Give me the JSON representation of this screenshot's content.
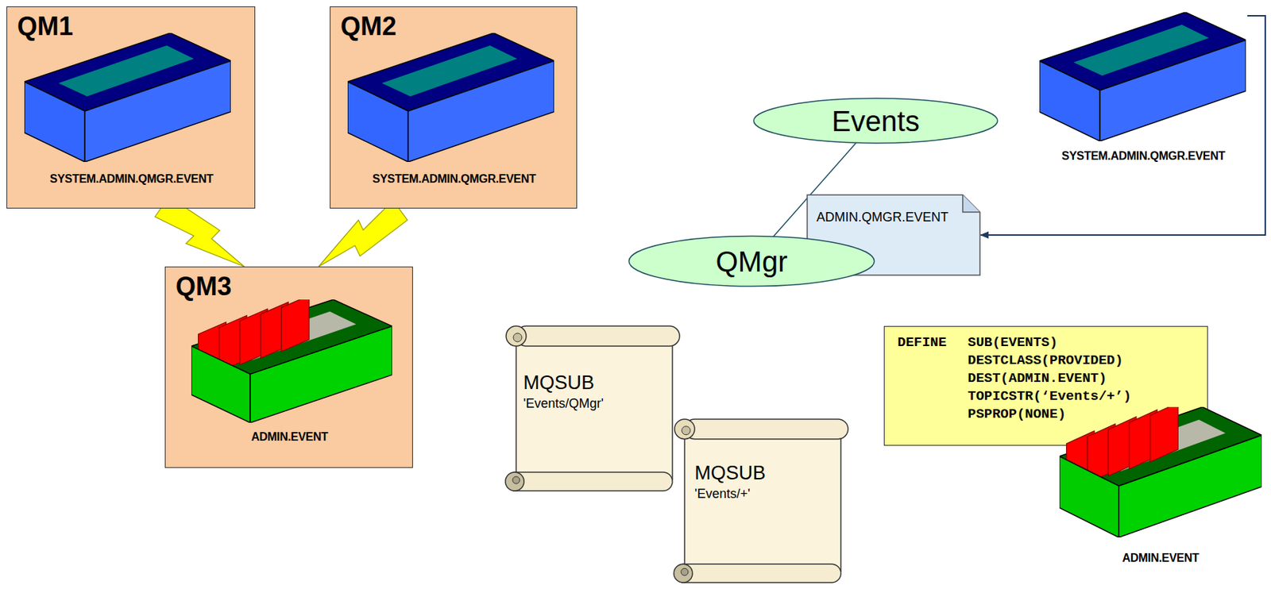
{
  "diagram": {
    "nodes": [
      {
        "text": [
          "QM1",
          "SYSTEM.ADMIN.QMGR.EVENT"
        ]
      },
      {
        "text": [
          "QM2",
          "SYSTEM.ADMIN.QMGR.EVENT"
        ]
      },
      {
        "text": [
          "QM3",
          "ADMIN.EVENT"
        ]
      },
      {
        "text": [
          "Events"
        ]
      },
      {
        "text": [
          "ADMIN.QMGR.EVENT"
        ]
      },
      {
        "text": [
          "QMgr"
        ]
      },
      {
        "text": [
          "SYSTEM.ADMIN.QMGR.EVENT"
        ]
      },
      {
        "text": [
          "MQSUB",
          "'Events/QMgr'"
        ]
      },
      {
        "text": [
          "MQSUB",
          "'Events/+'"
        ]
      },
      {
        "text": [
          "DEFINE",
          "SUB(EVENTS)",
          "DESTCLASS(PROVIDED)",
          "DEST(ADMIN.EVENT)",
          "TOPICSTR(‘Events/+’)",
          "PSPROP(NONE)"
        ]
      },
      {
        "text": [
          "ADMIN.EVENT"
        ]
      }
    ],
    "edges": [
      {
        "from": 0,
        "to": 2,
        "arrow": "none"
      },
      {
        "from": 1,
        "to": 2,
        "arrow": "none"
      },
      {
        "from": 3,
        "to": 5,
        "arrow": "none"
      },
      {
        "from": 6,
        "to": 4,
        "arrow": "to"
      }
    ]
  }
}
